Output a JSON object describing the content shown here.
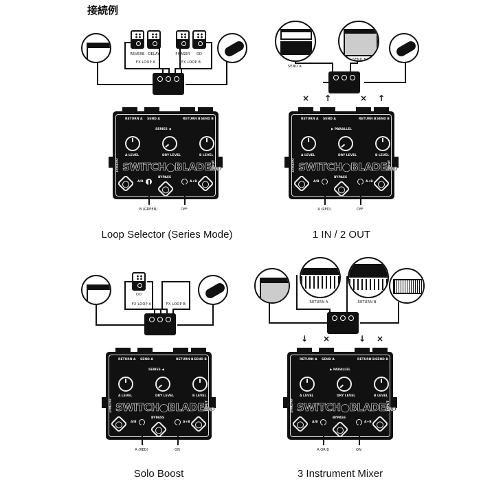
{
  "heading": "接続例",
  "panels": [
    {
      "caption": "Loop Selector (Series Mode)",
      "mode": "SERIES ◀",
      "pointers": [
        "B (GREEN)",
        "OFF"
      ],
      "markers": [],
      "diagram": {
        "pedals": [
          "REVERB",
          "DELAY",
          "PHASER",
          "OD"
        ],
        "loops": [
          "FX LOOP A",
          "FX LOOP B"
        ]
      },
      "led_left_on": true
    },
    {
      "caption": "1 IN / 2 OUT",
      "mode": "▶ PARALLEL",
      "pointers": [
        "A (RED)",
        "OFF"
      ],
      "markers": [
        "×",
        "↑",
        "×",
        "↑"
      ],
      "diagram": {
        "sends": [
          "SEND A",
          "SEND B"
        ]
      },
      "led_left_on": false
    },
    {
      "caption": "Solo Boost",
      "mode": "SERIES ◀",
      "pointers": [
        "A (RED)",
        "ON"
      ],
      "markers": [],
      "diagram": {
        "pedals": [
          "OD"
        ],
        "loops": [
          "FX LOOP A",
          "FX LOOP B"
        ]
      },
      "led_left_on": false
    },
    {
      "caption": "3 Instrument Mixer",
      "mode": "▶ PARALLEL",
      "pointers": [
        "A OR B",
        "ON"
      ],
      "markers": [
        "↓",
        "×",
        "↓",
        "×"
      ],
      "diagram": {
        "returns": [
          "RETURN A",
          "RETURN B"
        ]
      },
      "led_left_on": false
    }
  ],
  "pedal": {
    "jacks": [
      "RETURN A",
      "SEND A",
      "RETURN B",
      "SEND B"
    ],
    "knobs": [
      "A LEVEL",
      "DRY LEVEL",
      "B LEVEL"
    ],
    "output": "OUTPUT",
    "input": "INPUT",
    "switch_ab": "A/B",
    "bypass": "BYPASS",
    "switch_aplusb": "A+B",
    "brand": "SWITCH●BLADE",
    "brand_suffix": "PRO"
  }
}
